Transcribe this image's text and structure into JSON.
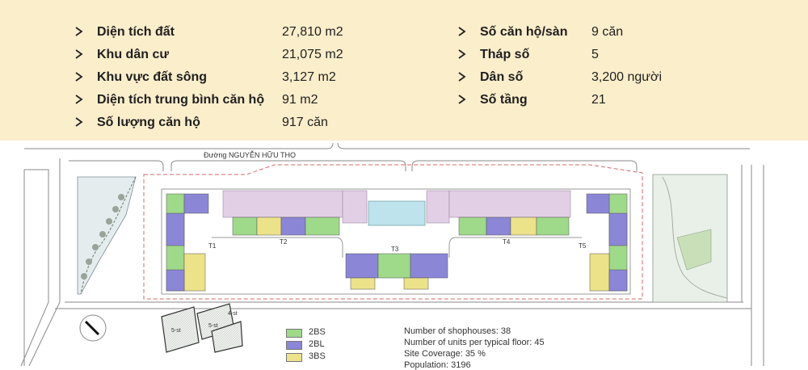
{
  "stats_left": [
    {
      "label": "Diện tích đất",
      "value": "27,810 m2"
    },
    {
      "label": "Khu dân cư",
      "value": "21,075 m2"
    },
    {
      "label": "Khu vực đất sông",
      "value": "3,127 m2"
    },
    {
      "label": "Diện tích trung bình căn hộ",
      "value": "91 m2"
    },
    {
      "label": "Số lượng căn hộ",
      "value": "917 căn"
    }
  ],
  "stats_right": [
    {
      "label": "Số căn hộ/sàn",
      "value": "9 căn"
    },
    {
      "label": "Tháp số",
      "value": "5"
    },
    {
      "label": "Dân số",
      "value": "3,200 người"
    },
    {
      "label": "Số tầng",
      "value": "21"
    }
  ],
  "plan": {
    "road_label": "Đường NGUYỄN HỮU THỌ",
    "tower_labels": [
      "T1",
      "T2",
      "T3",
      "T4",
      "T5"
    ],
    "villa_labels": [
      "5-st",
      "5-st",
      "4-st"
    ],
    "colors": {
      "2BS": "#9fd98a",
      "2BL": "#8b86d6",
      "3BS": "#ece28a",
      "shophouse": "#e2cfe6",
      "pool": "#bfe3ec"
    }
  },
  "legend": [
    {
      "label": "2BS",
      "color": "#9fd98a"
    },
    {
      "label": "2BL",
      "color": "#8b86d6"
    },
    {
      "label": "3BS",
      "color": "#ece28a"
    }
  ],
  "summary": {
    "shophouses": "Number of shophouses: 38",
    "units_per_floor": "Number of units per typical floor: 45",
    "site_coverage": "Site Coverage: 35 %",
    "population": "Population: 3196"
  }
}
